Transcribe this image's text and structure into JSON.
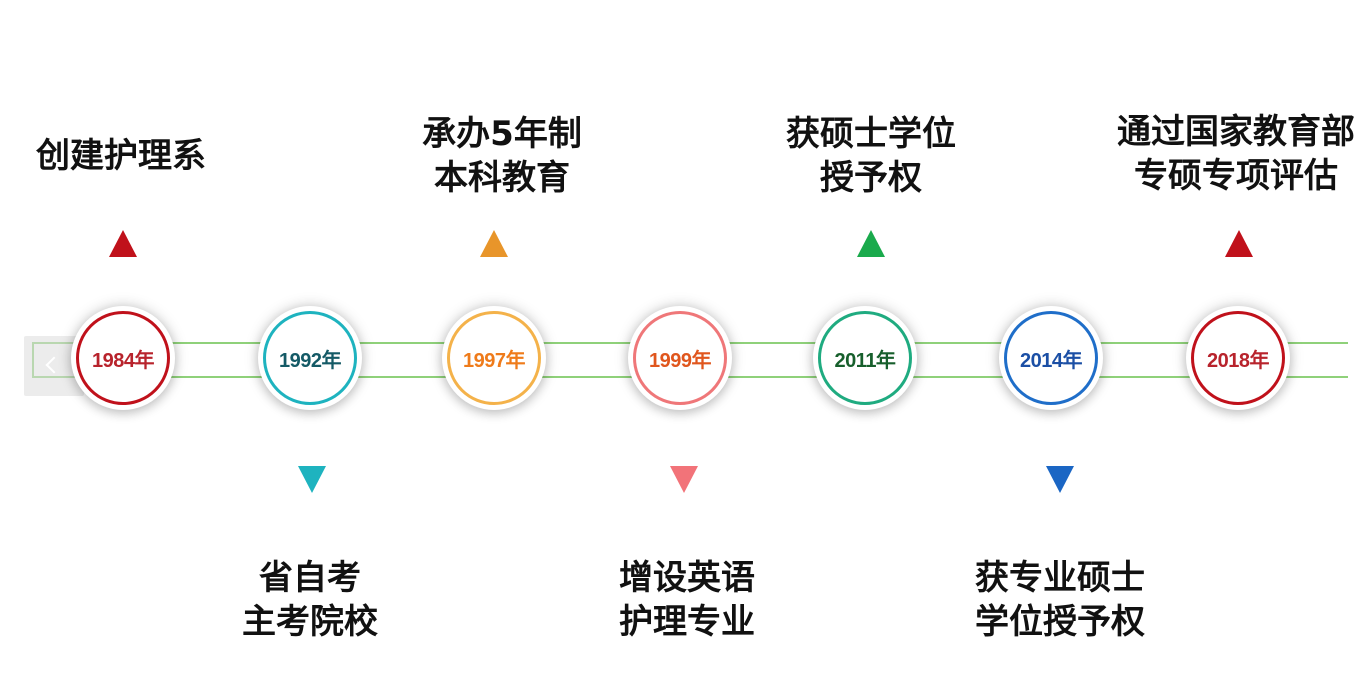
{
  "timeline": {
    "prev_button_label": "‹",
    "milestones": [
      {
        "year": "1984年",
        "color": "#c0111b",
        "text_color": "#b8232c",
        "position": "top",
        "caption": [
          "创建护理系"
        ]
      },
      {
        "year": "1992年",
        "color": "#1eb3bf",
        "text_color": "#145a66",
        "position": "bottom",
        "caption": [
          "省自考",
          "主考院校"
        ]
      },
      {
        "year": "1997年",
        "color": "#f4b24a",
        "text_color": "#ef7b1a",
        "position": "top",
        "caption": [
          "承办5年制",
          "本科教育"
        ]
      },
      {
        "year": "1999年",
        "color": "#ef7779",
        "text_color": "#e0561d",
        "position": "bottom",
        "caption": [
          "增设英语",
          "护理专业"
        ]
      },
      {
        "year": "2011年",
        "color": "#1fab80",
        "text_color": "#175f2c",
        "position": "top",
        "caption": [
          "获硕士学位",
          "授予权"
        ]
      },
      {
        "year": "2014年",
        "color": "#1f6ec9",
        "text_color": "#1b4fa5",
        "position": "bottom",
        "caption": [
          "获专业硕士",
          "学位授予权"
        ]
      },
      {
        "year": "2018年",
        "color": "#c0111b",
        "text_color": "#b8232c",
        "position": "top",
        "caption": [
          "通过国家教育部",
          "专硕专项评估"
        ]
      }
    ],
    "triangle_colors": [
      "#c0111b",
      "#1eb3bf",
      "#e8952a",
      "#f27379",
      "#1aaa4c",
      "#1b66c4",
      "#c0111b"
    ]
  }
}
